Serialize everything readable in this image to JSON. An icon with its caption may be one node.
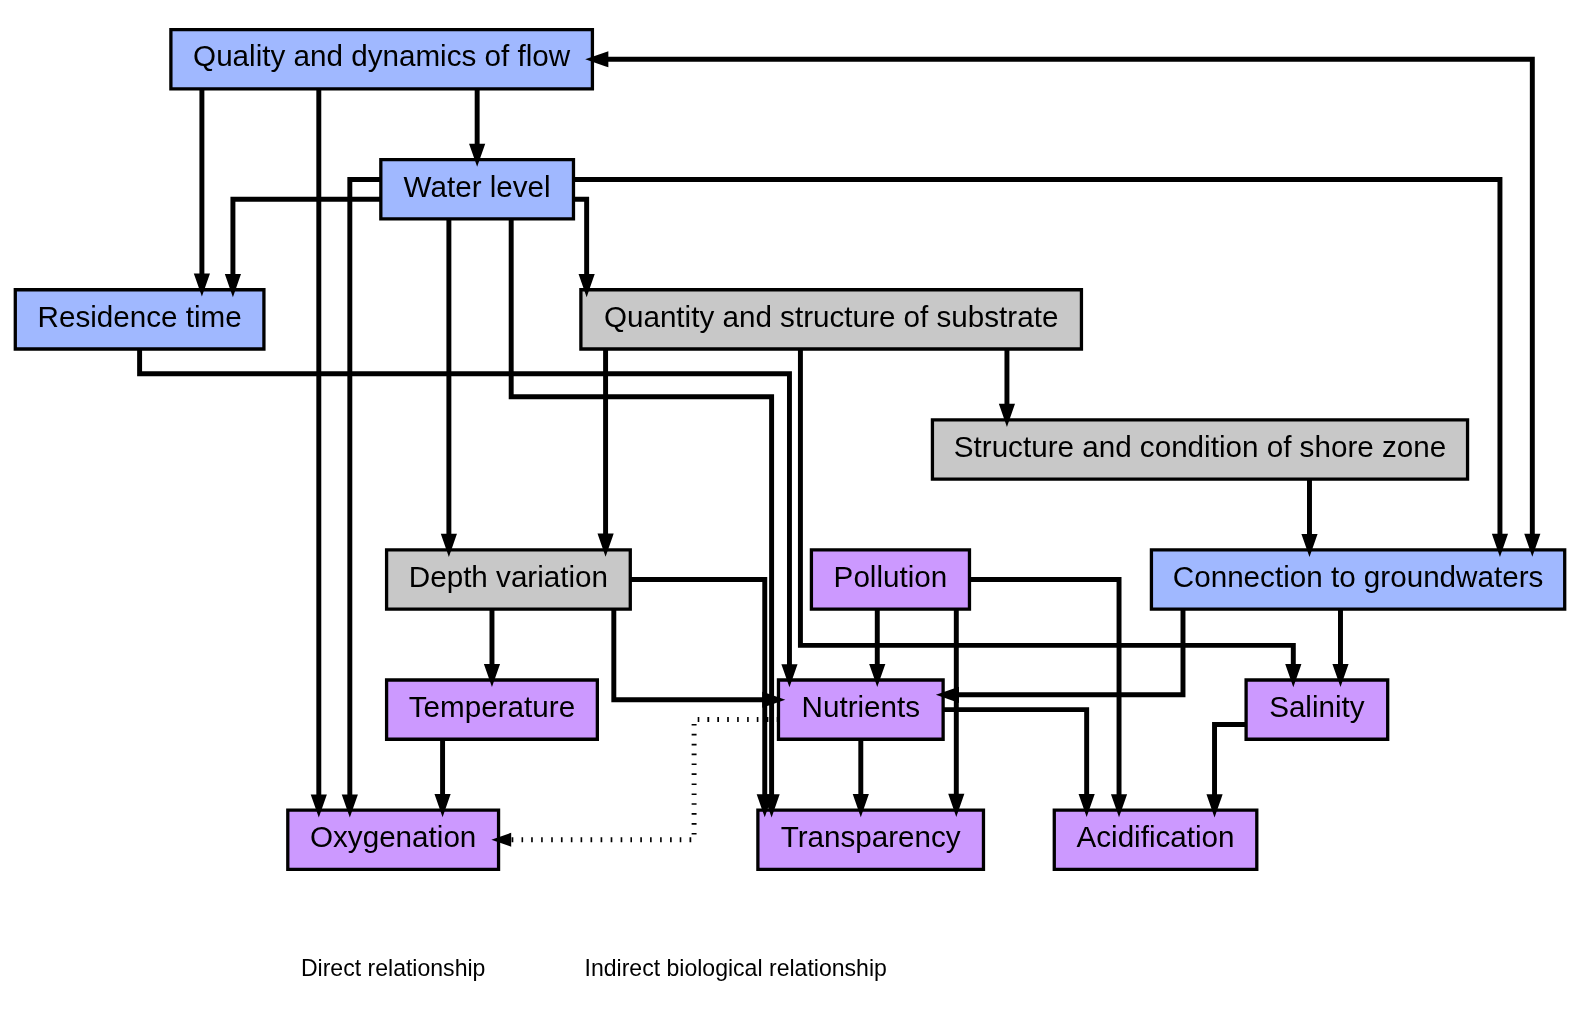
{
  "diagram": {
    "nodes": [
      {
        "text": [
          "Salinity"
        ]
      },
      {
        "text": [
          "Acidification"
        ]
      },
      {
        "text": [
          "Residence time"
        ]
      },
      {
        "text": [
          "Nutrients"
        ]
      },
      {
        "text": [
          "Oxygenation"
        ]
      },
      {
        "text": [
          "Temperature"
        ]
      },
      {
        "text": [
          "Quality and dynamics of flow"
        ]
      },
      {
        "text": [
          "Water level"
        ]
      },
      {
        "text": [
          "Transparency"
        ]
      },
      {
        "text": [
          "Connection to groundwaters"
        ]
      },
      {
        "text": [
          "Depth variation"
        ]
      },
      {
        "text": [
          "Quantity and structure of substrate"
        ]
      },
      {
        "text": [
          "Pollution"
        ]
      },
      {
        "text": [
          "Structure and condition of shore zone"
        ]
      }
    ],
    "edges": [
      {
        "from": 0,
        "to": 1,
        "arrow": "to"
      },
      {
        "from": 3,
        "to": 1,
        "arrow": "to"
      },
      {
        "from": 12,
        "to": 1,
        "arrow": "to"
      },
      {
        "from": 12,
        "to": 3,
        "arrow": "to"
      },
      {
        "from": 12,
        "to": 8,
        "arrow": "to"
      },
      {
        "from": 9,
        "to": 3,
        "arrow": "to"
      },
      {
        "from": 9,
        "to": 0,
        "arrow": "to"
      },
      {
        "from": 11,
        "to": 0,
        "arrow": "to"
      },
      {
        "from": 2,
        "to": 3,
        "arrow": "to"
      },
      {
        "from": 3,
        "to": 4,
        "arrow": "to",
        "style": "dashed"
      },
      {
        "from": 5,
        "to": 4,
        "arrow": "to"
      },
      {
        "from": 6,
        "to": 4,
        "arrow": "to"
      },
      {
        "from": 6,
        "to": 7,
        "arrow": "to"
      },
      {
        "from": 6,
        "to": 2,
        "arrow": "to"
      },
      {
        "from": 7,
        "to": 2,
        "arrow": "to"
      },
      {
        "from": 7,
        "to": 4,
        "arrow": "to"
      },
      {
        "from": 7,
        "to": 11,
        "arrow": "to"
      },
      {
        "from": 7,
        "to": 8,
        "arrow": "to"
      },
      {
        "from": 7,
        "to": 9,
        "arrow": "to"
      },
      {
        "from": 7,
        "to": 10,
        "arrow": "to"
      },
      {
        "from": 6,
        "to": 9,
        "arrow": "both"
      },
      {
        "from": 3,
        "to": 8,
        "arrow": "to"
      },
      {
        "from": 10,
        "to": 5,
        "arrow": "to"
      },
      {
        "from": 10,
        "to": 3,
        "arrow": "to"
      },
      {
        "from": 10,
        "to": 8,
        "arrow": "to"
      },
      {
        "from": 11,
        "to": 10,
        "arrow": "to"
      },
      {
        "from": 11,
        "to": 13,
        "arrow": "to"
      },
      {
        "from": 13,
        "to": 9,
        "arrow": "to"
      }
    ],
    "legend": [
      {
        "text": "Direct relationship"
      },
      {
        "text": "Indirect biological relationship"
      }
    ]
  }
}
